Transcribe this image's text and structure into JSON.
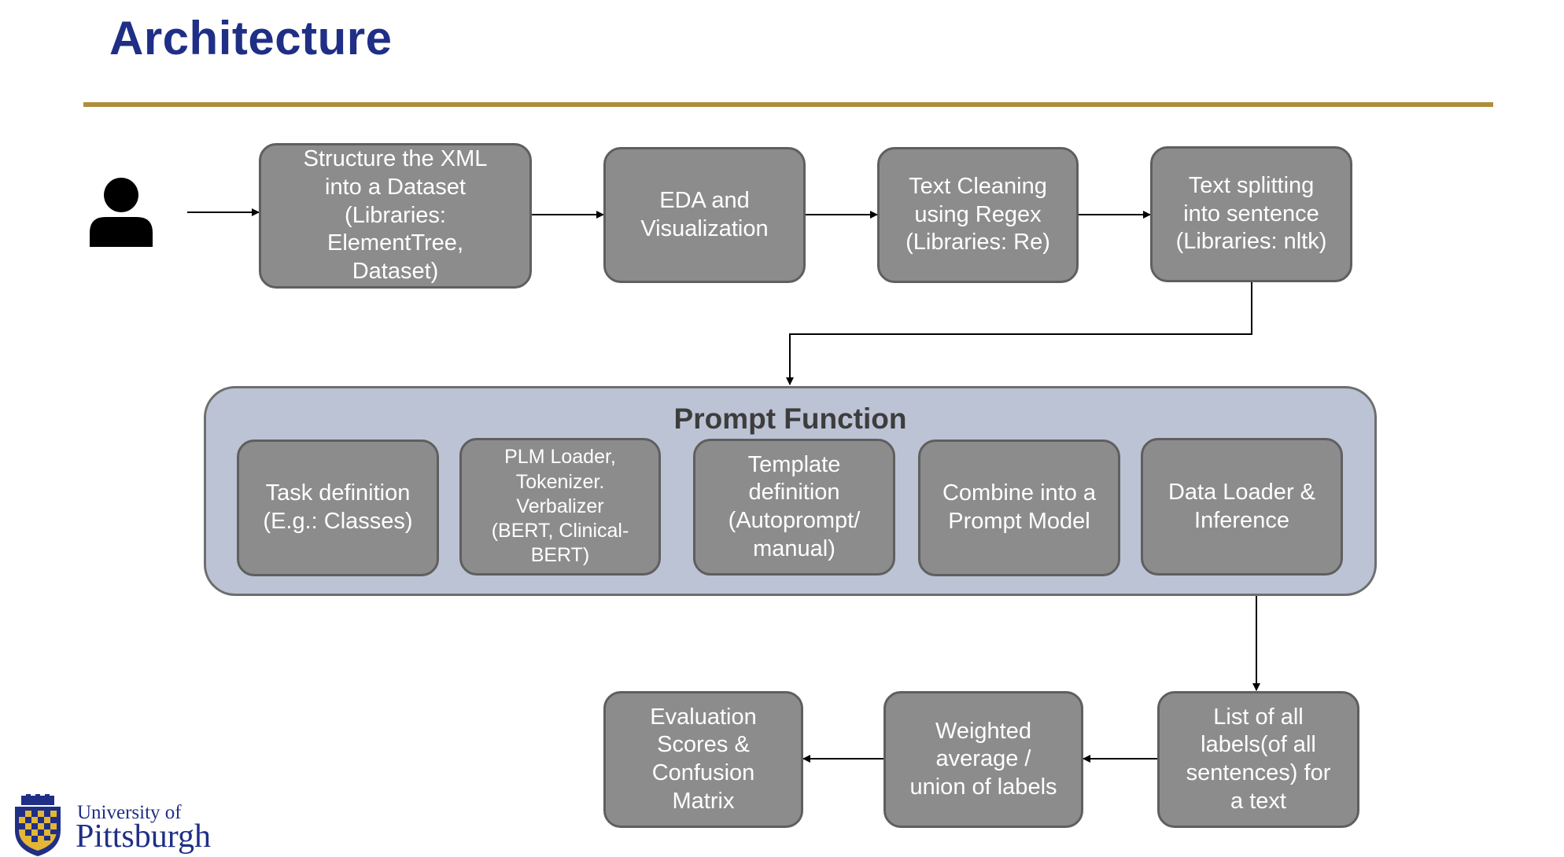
{
  "slide": {
    "title": "Architecture"
  },
  "actor": {
    "icon": "person-icon"
  },
  "pipeline": {
    "step1": "Structure the XML\ninto a Dataset\n(Libraries:\nElementTree,\nDataset)",
    "step2": "EDA and\nVisualization",
    "step3": "Text Cleaning\nusing Regex\n(Libraries: Re)",
    "step4": "Text splitting\ninto sentence\n(Libraries: nltk)"
  },
  "prompt_function": {
    "title": "Prompt Function",
    "items": [
      "Task definition\n(E.g.: Classes)",
      "PLM Loader,\nTokenizer.\nVerbalizer\n(BERT,  Clinical-\nBERT)",
      "Template\ndefinition\n(Autoprompt/\nmanual)",
      "Combine into a\nPrompt Model",
      "Data Loader &\nInference"
    ]
  },
  "output": {
    "labels_list": "List of all\nlabels(of all\nsentences) for\na text",
    "aggregate": "Weighted\naverage /\nunion of labels",
    "evaluation": "Evaluation\nScores &\nConfusion\nMatrix"
  },
  "logo": {
    "line1": "University of",
    "line2": "Pittsburgh",
    "icon": "university-shield-icon"
  },
  "colors": {
    "title": "#1f2f86",
    "rule": "#b08d3c",
    "box_fill": "#8c8c8c",
    "box_border": "#5f5f5f",
    "panel_fill": "#bcc3d5",
    "connector": "#000000"
  }
}
